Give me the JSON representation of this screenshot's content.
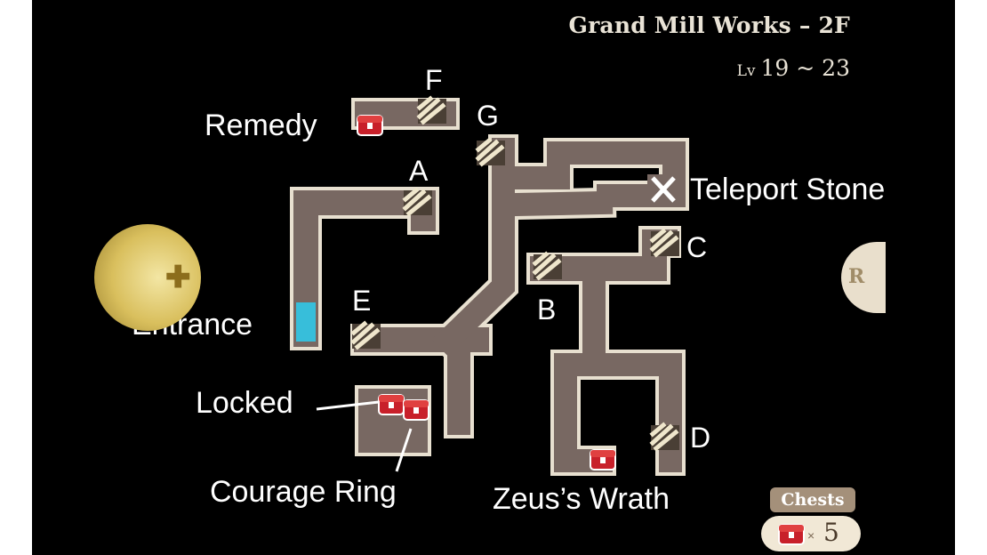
{
  "map": {
    "title": "Grand Mill Works – 2F",
    "level_prefix": "Lv",
    "level_range": "19 ~ 23"
  },
  "points": {
    "A": "A",
    "B": "B",
    "C": "C",
    "D": "D",
    "E": "E",
    "F": "F",
    "G": "G",
    "X": "X"
  },
  "callouts": {
    "remedy": "Remedy",
    "teleport_stone": "Teleport Stone",
    "entrance": "Entrance",
    "locked": "Locked",
    "courage_ring": "Courage Ring",
    "zeus_wrath": "Zeus’s Wrath"
  },
  "chests": {
    "label": "Chests",
    "multiplier": "×",
    "count": "5"
  },
  "buttons": {
    "right": "R"
  },
  "colors": {
    "floor": "#786862",
    "wall": "#e8e0d0",
    "stairs": "#e6d9b8",
    "entrance": "#30c8e8",
    "chest": "#c8202a"
  }
}
